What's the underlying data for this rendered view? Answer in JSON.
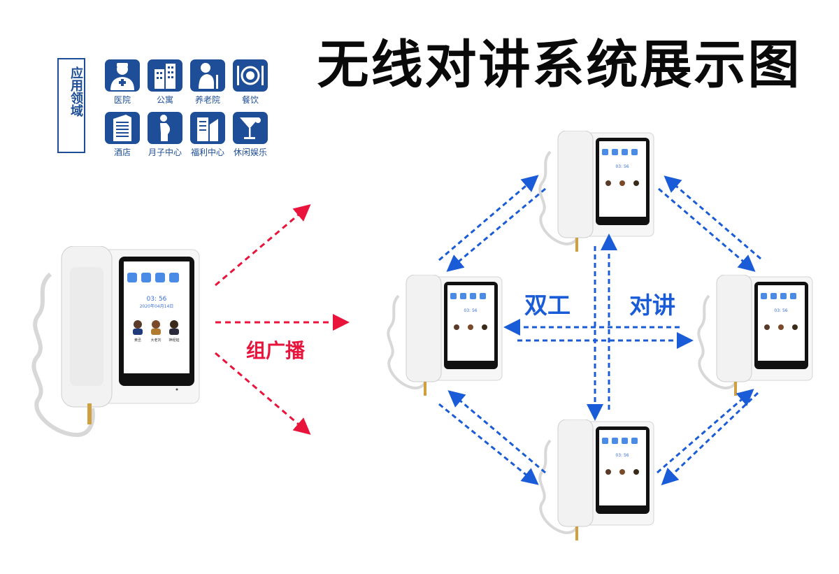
{
  "title": "无线对讲系统展示图",
  "application_area": {
    "heading": "应用领域",
    "items": [
      {
        "label": "医院",
        "icon": "doctor-icon"
      },
      {
        "label": "公寓",
        "icon": "apartment-building-icon"
      },
      {
        "label": "养老院",
        "icon": "elderly-person-icon"
      },
      {
        "label": "餐饮",
        "icon": "plate-cutlery-icon"
      },
      {
        "label": "酒店",
        "icon": "hotel-tower-icon"
      },
      {
        "label": "月子中心",
        "icon": "pregnant-woman-icon"
      },
      {
        "label": "福利中心",
        "icon": "welfare-building-icon"
      },
      {
        "label": "休闲娱乐",
        "icon": "cocktail-glass-icon"
      }
    ]
  },
  "labels": {
    "broadcast": "组广播",
    "duplex": "双工",
    "intercom": "对讲"
  },
  "phone_screen": {
    "time": "03: 56",
    "date": "2020年04月14日",
    "contacts": [
      "黄丞",
      "大老刘",
      "神经蛙"
    ]
  },
  "colors": {
    "brand_blue": "#1d4e97",
    "broadcast_red": "#e8143c",
    "intercom_blue": "#1a5bd8"
  }
}
